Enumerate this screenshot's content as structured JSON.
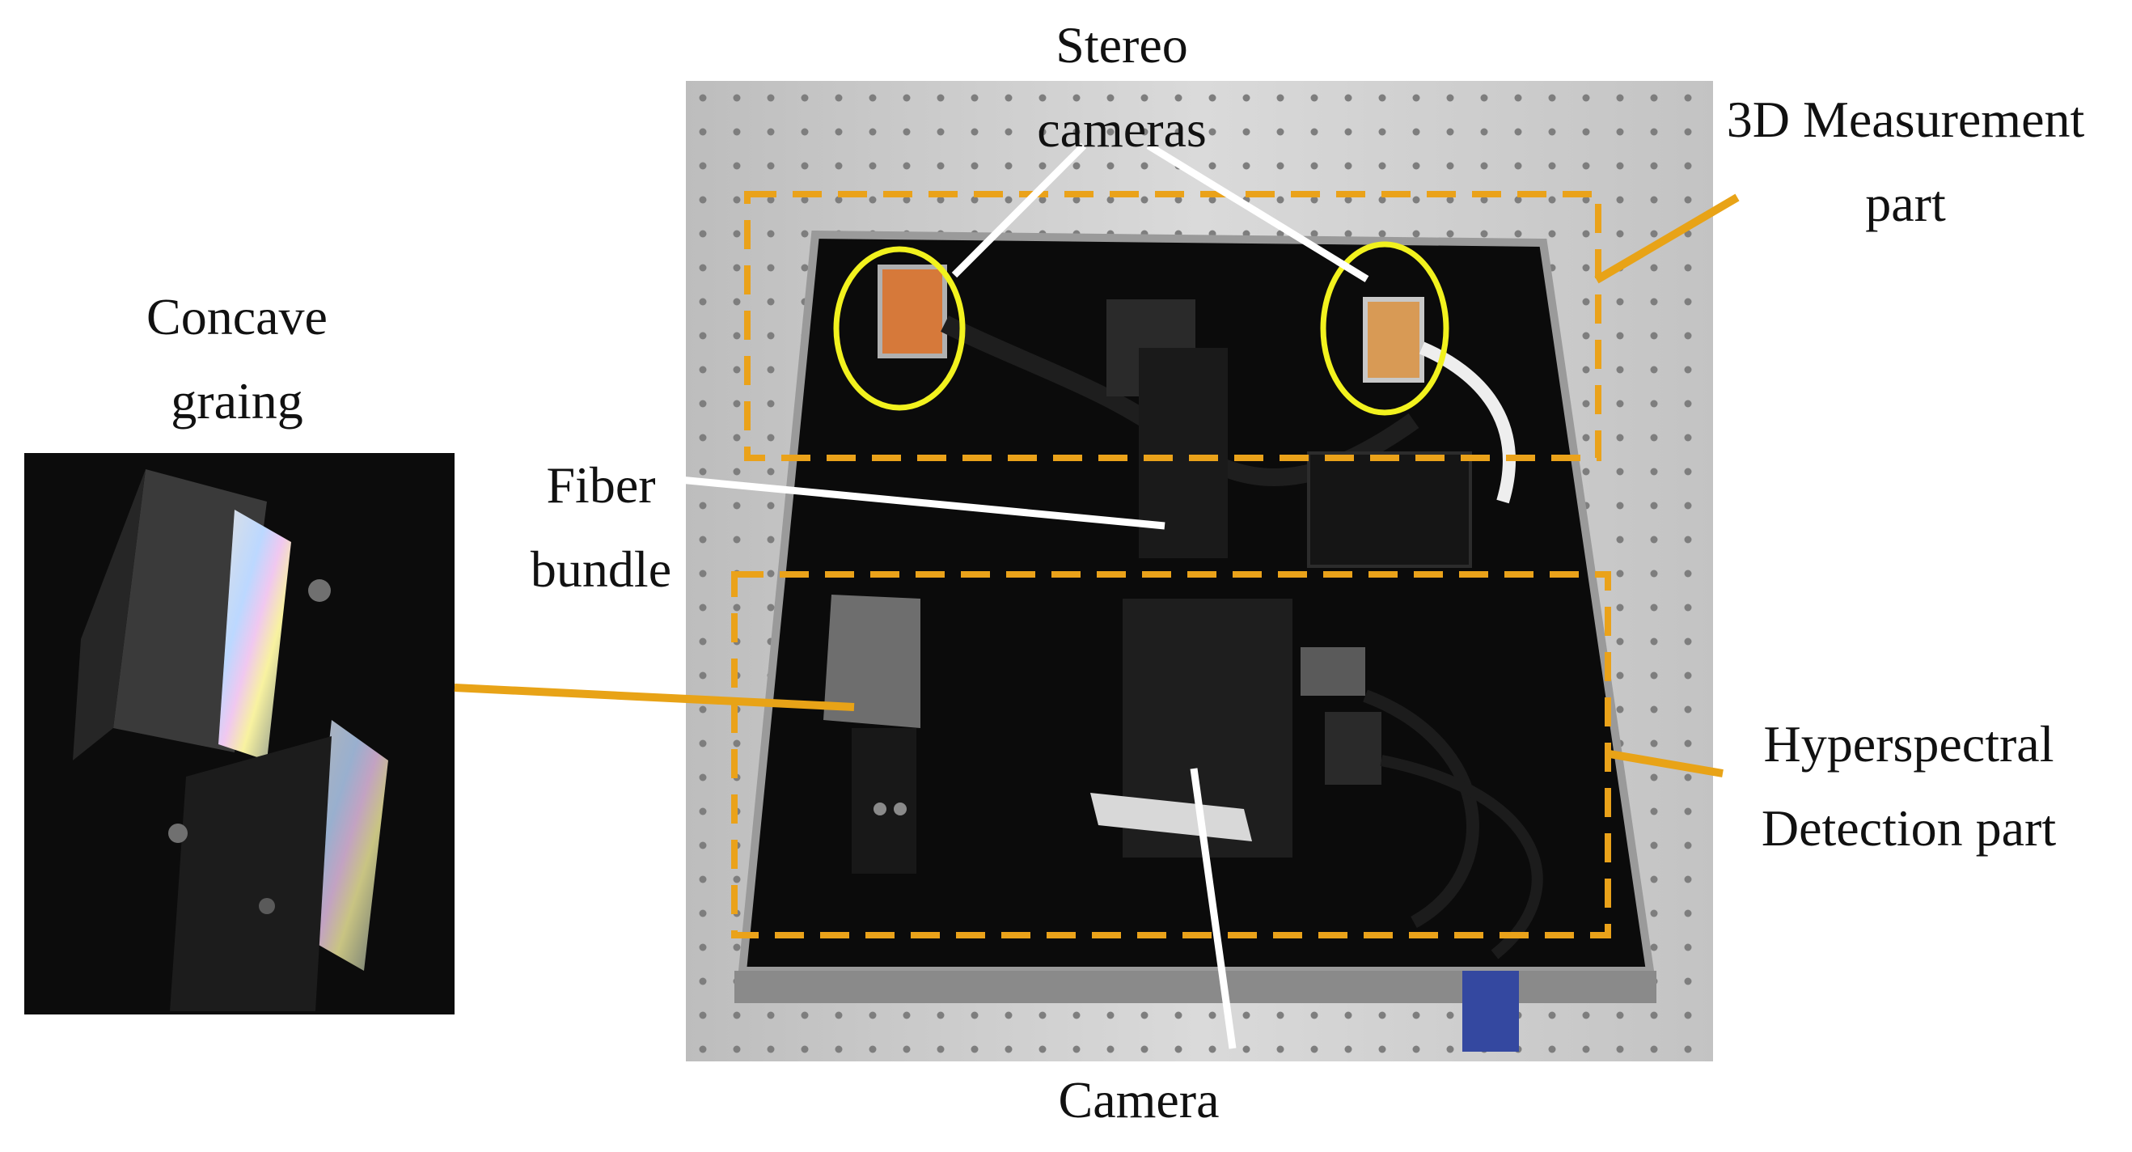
{
  "labels": {
    "stereo": [
      "Stereo",
      "cameras"
    ],
    "measurement": [
      "3D Measurement",
      "part"
    ],
    "concave": [
      "Concave",
      "graing"
    ],
    "fiber": [
      "Fiber",
      "bundle"
    ],
    "hyperspectral": [
      "Hyperspectral",
      "Detection part"
    ],
    "camera": "Camera"
  },
  "colors": {
    "callout_line": "#e8a317",
    "dashed_box": "#eaa21a",
    "circle": "#f2f21e",
    "pointer": "#ffffff",
    "board": "#c9c9c9",
    "box_interior": "#0b0b0b"
  }
}
